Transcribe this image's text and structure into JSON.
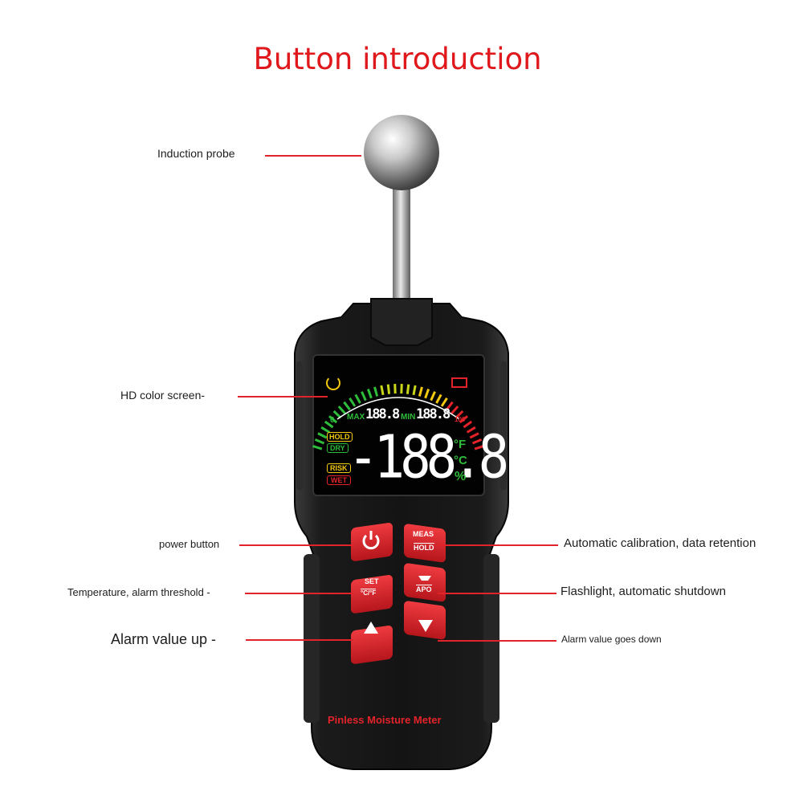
{
  "title": "Button introduction",
  "labels": {
    "probe": "Induction probe",
    "screen": "HD color screen-",
    "power": "power button",
    "temp": "Temperature, alarm threshold -",
    "up": "Alarm value up -",
    "calib": "Automatic calibration, data retention",
    "flash": "Flashlight, automatic shutdown",
    "down": "Alarm value goes down"
  },
  "device": {
    "brand_text": "Pinless Moisture Meter",
    "buttons": {
      "meas": "MEAS",
      "hold": "HOLD",
      "set": "SET",
      "cf": "°C/°F",
      "apo": "APO"
    },
    "screen": {
      "max_label": "MAX",
      "max_value": "188.8",
      "min_label": "MIN",
      "min_value": "188.8",
      "scale_start": "0",
      "scale_end": "100",
      "main_value": "-188.8",
      "hold": "HOLD",
      "dry": "DRY",
      "risk": "RISK",
      "wet": "WET",
      "unit_f": "°F",
      "unit_c": "°C",
      "unit_pct": "%"
    }
  },
  "colors": {
    "accent": "#e3232a",
    "body": "#1a1a1a",
    "button": "#d8262d"
  }
}
